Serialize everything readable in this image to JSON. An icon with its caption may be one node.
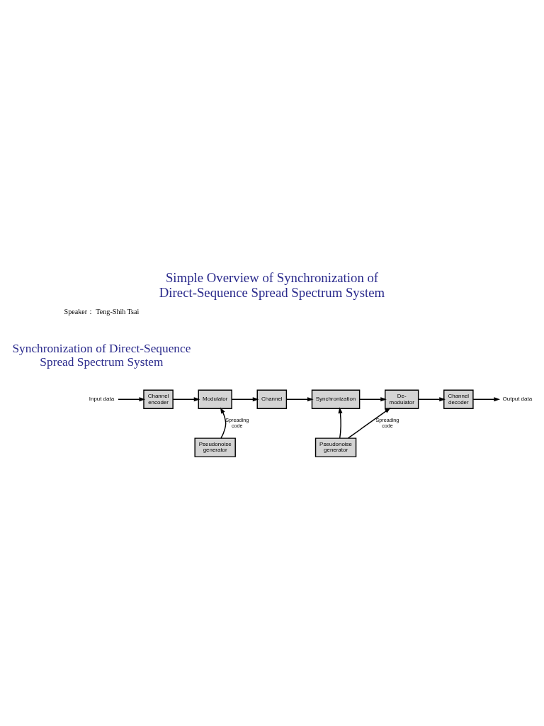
{
  "diagram": {
    "title": "Simple Overview of Synchronization of Direct-Sequence Spread Spectrum System",
    "nodes": [
      {
        "text": [
          "Input data"
        ]
      },
      {
        "text": [
          "Channel encoder"
        ]
      },
      {
        "text": [
          "Modulator"
        ]
      },
      {
        "text": [
          "Channel"
        ]
      },
      {
        "text": [
          "Synchronization"
        ]
      },
      {
        "text": [
          "De- modulator"
        ]
      },
      {
        "text": [
          "Channel decoder"
        ]
      },
      {
        "text": [
          "Output data"
        ]
      },
      {
        "text": [
          "Pseudonoise generator"
        ]
      },
      {
        "text": [
          "Pseudonoise generator"
        ]
      }
    ],
    "edges": [
      {
        "from": 0,
        "to": 1,
        "arrow": "to"
      },
      {
        "from": 1,
        "to": 2,
        "arrow": "to"
      },
      {
        "from": 2,
        "to": 3,
        "arrow": "to"
      },
      {
        "from": 3,
        "to": 4,
        "arrow": "to"
      },
      {
        "from": 4,
        "to": 5,
        "arrow": "to"
      },
      {
        "from": 5,
        "to": 6,
        "arrow": "to"
      },
      {
        "from": 6,
        "to": 7,
        "arrow": "to"
      },
      {
        "from": 8,
        "to": 2,
        "arrow": "to",
        "label": "Spreading code"
      },
      {
        "from": 9,
        "to": 4,
        "arrow": "to"
      },
      {
        "from": 9,
        "to": 5,
        "arrow": "to",
        "label": "Spreading code"
      }
    ],
    "labels": [
      "Speaker： Teng-Shih Tsai",
      "Synchronization of Direct-Sequence Spread Spectrum System"
    ]
  }
}
